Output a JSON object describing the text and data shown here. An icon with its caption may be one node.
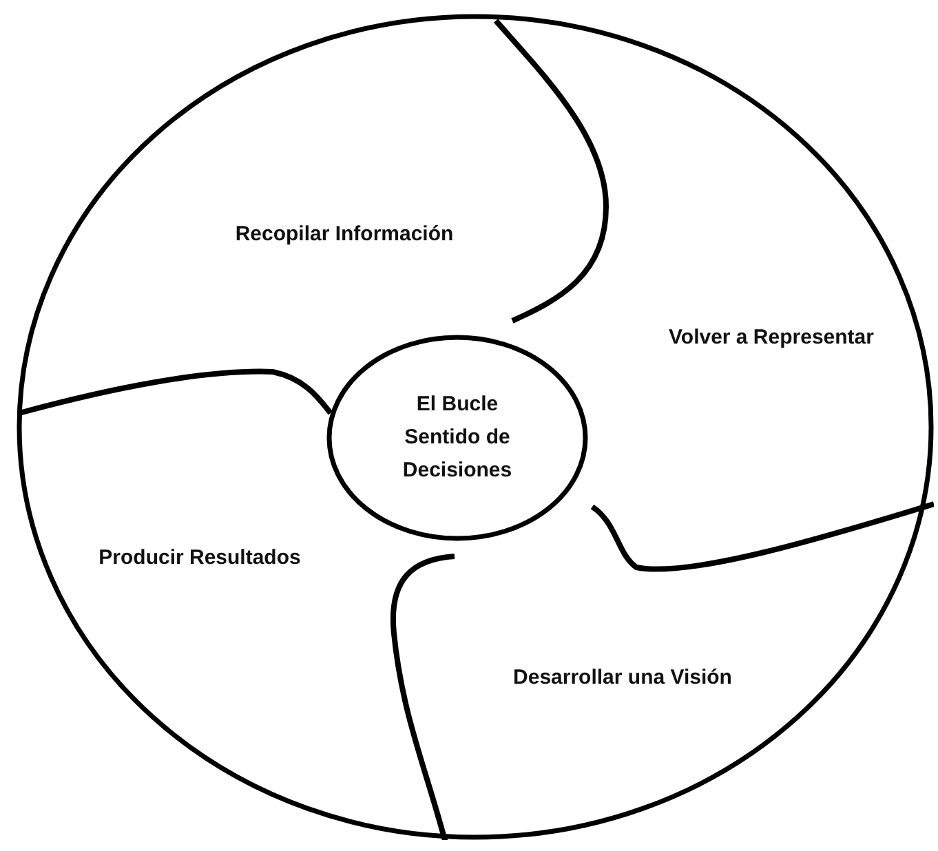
{
  "diagram": {
    "nodes": [
      {
        "text": [],
        "shape": "circle"
      },
      {
        "text": [
          "Recopilar Información"
        ],
        "in": 0
      },
      {
        "text": [
          "Volver a Representar"
        ],
        "in": 0
      },
      {
        "text": [
          "El Bucle Sentido de Decisiones"
        ],
        "in": 0
      },
      {
        "text": [
          "Producir Resultados"
        ],
        "in": 0
      },
      {
        "text": [
          "Desarrollar una Visión"
        ],
        "in": 0
      }
    ]
  }
}
